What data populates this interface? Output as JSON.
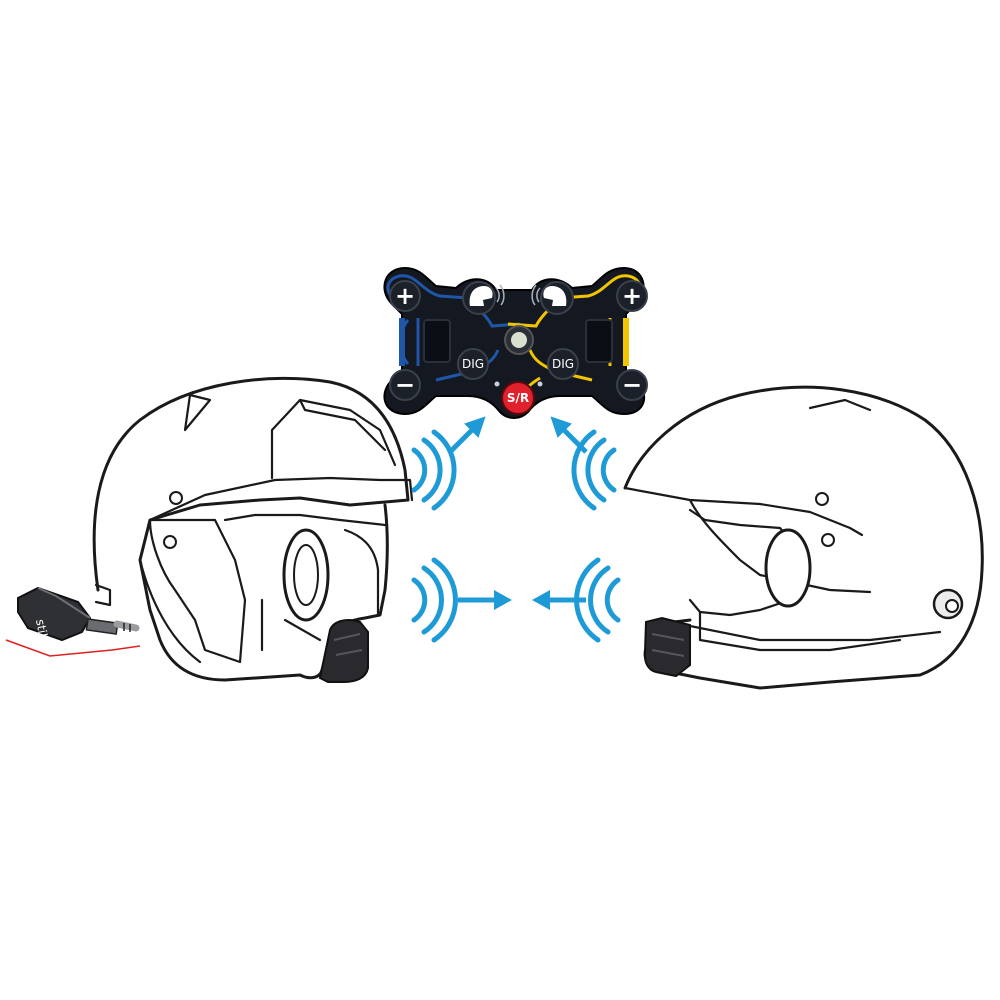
{
  "colors": {
    "accent_blue": "#1e9bd7",
    "panel": "#141820",
    "blue_track": "#1f56a8",
    "yellow_track": "#f2c500",
    "red_button": "#e0202a",
    "line": "#1a1a1a"
  },
  "control_panel": {
    "plus_label": "+",
    "minus_label": "−",
    "dig_label": "DIG",
    "sr_label": "S/R"
  },
  "connector": {
    "brand_text": "stilo"
  },
  "icons": {
    "helmet": "helmet-icon",
    "signal": "wireless-signal-icon",
    "arrow": "arrow-icon"
  }
}
